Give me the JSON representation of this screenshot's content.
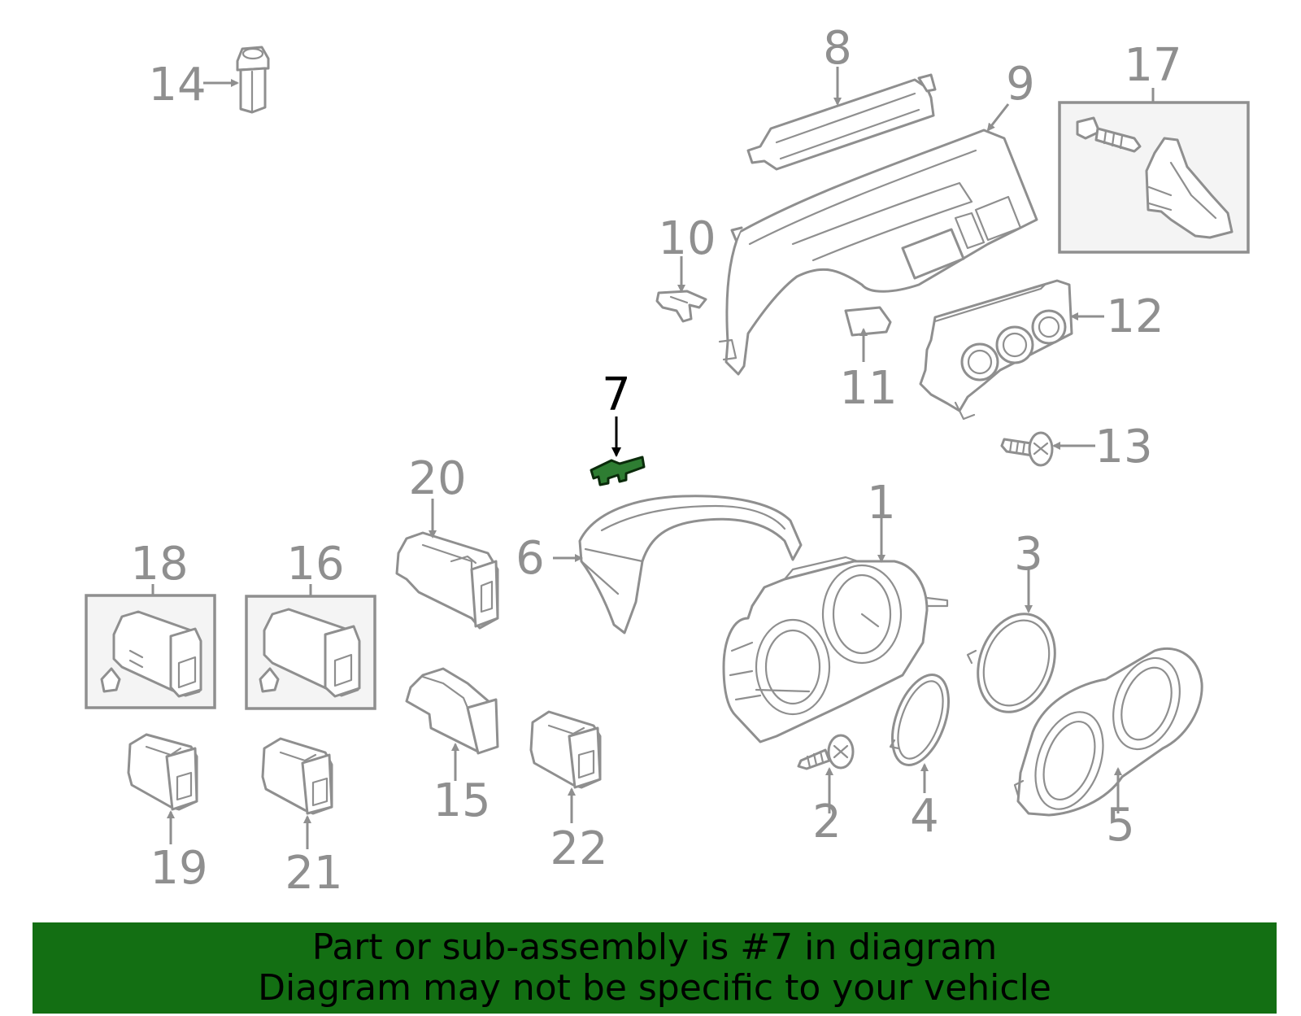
{
  "diagram": {
    "highlighted_part": "7",
    "highlight_color": "#136f13",
    "line_color": "#8f8f8f",
    "callouts": {
      "c1": "1",
      "c2": "2",
      "c3": "3",
      "c4": "4",
      "c5": "5",
      "c6": "6",
      "c7": "7",
      "c8": "8",
      "c9": "9",
      "c10": "10",
      "c11": "11",
      "c12": "12",
      "c13": "13",
      "c14": "14",
      "c15": "15",
      "c16": "16",
      "c17": "17",
      "c18": "18",
      "c19": "19",
      "c20": "20",
      "c21": "21",
      "c22": "22"
    }
  },
  "banner": {
    "line1": "Part or sub-assembly is #7 in diagram",
    "line2": "Diagram may not be specific to your vehicle"
  }
}
